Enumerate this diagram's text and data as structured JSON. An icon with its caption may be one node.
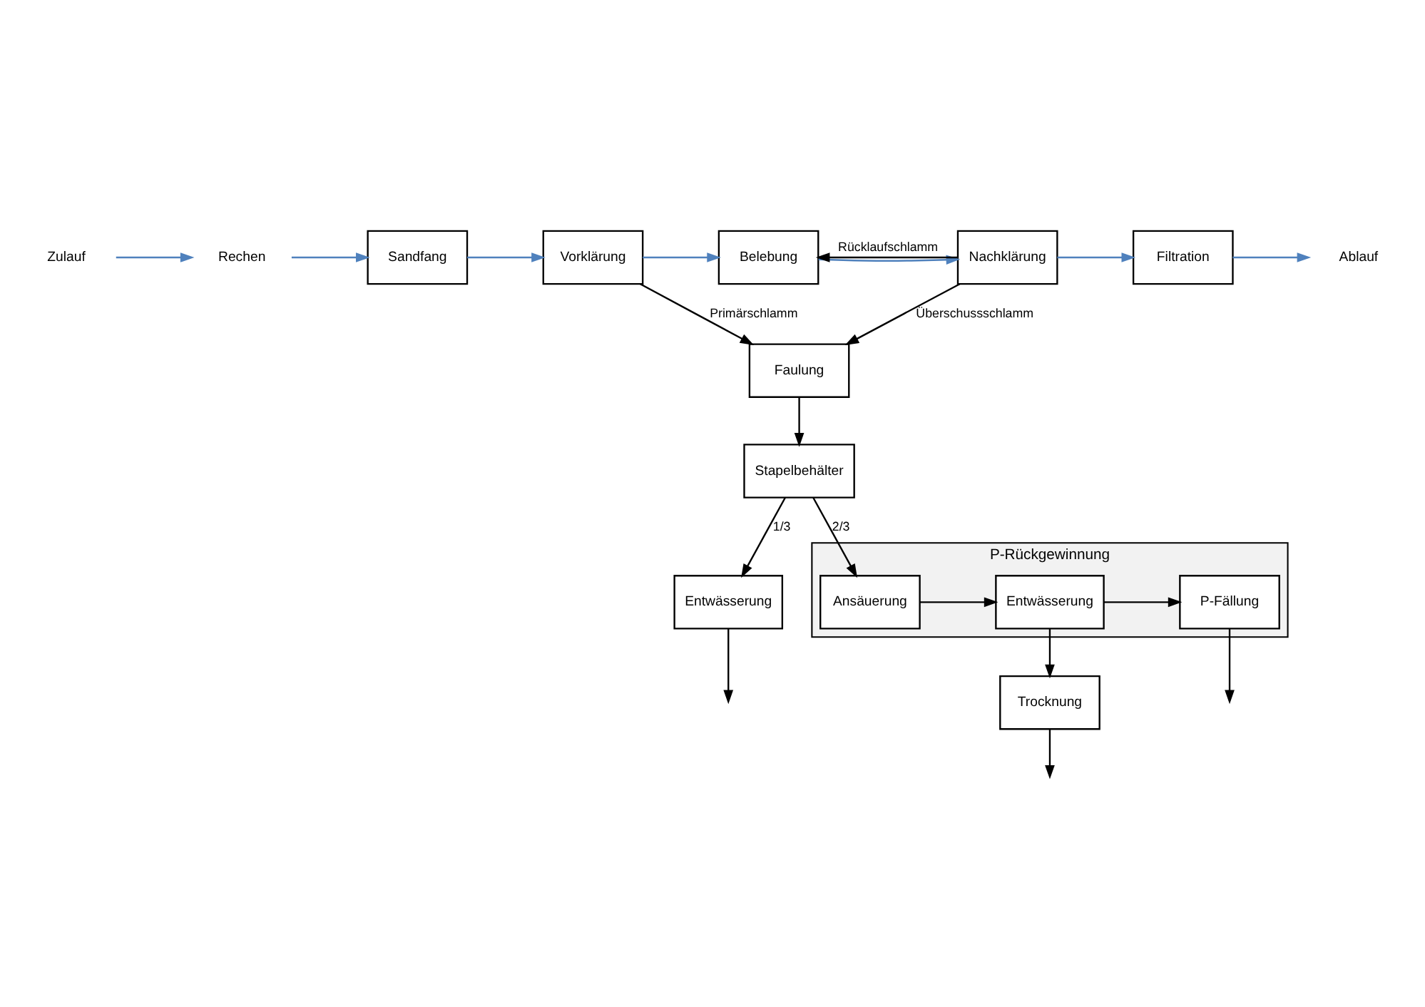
{
  "diagram": {
    "nodes": [
      {
        "text": [
          "Rechen"
        ]
      },
      {
        "text": [
          "Sandfang"
        ]
      },
      {
        "text": [
          "Vorklärung"
        ]
      },
      {
        "text": [
          "Belebung"
        ]
      },
      {
        "text": [
          "Nachklärung"
        ]
      },
      {
        "text": [
          "Filtration"
        ]
      },
      {
        "text": [
          "Zulauf"
        ]
      },
      {
        "text": [
          "Ablauf"
        ]
      },
      {
        "text": [
          "Faulung"
        ]
      },
      {
        "text": [
          "Stapelbehälter"
        ]
      },
      {
        "text": [
          "Entwässerung"
        ]
      },
      {
        "text": [
          "Trocknung"
        ]
      },
      {
        "text": [
          "P-Rückgewinnung"
        ]
      },
      {
        "text": [
          "Ansäuerung"
        ],
        "in": 12
      },
      {
        "text": [
          "Entwässerung"
        ],
        "in": 12
      },
      {
        "text": [
          "P-Fällung"
        ],
        "in": 12
      }
    ],
    "edges": [
      {
        "from": 6,
        "to": 0,
        "arrow": "to",
        "color": "#4f81bd"
      },
      {
        "from": 0,
        "to": 1,
        "arrow": "to",
        "color": "#4f81bd"
      },
      {
        "from": 1,
        "to": 2,
        "arrow": "to",
        "color": "#4f81bd"
      },
      {
        "from": 2,
        "to": 3,
        "arrow": "to",
        "color": "#4f81bd"
      },
      {
        "from": 3,
        "to": 4,
        "arrow": "to",
        "color": "#4f81bd"
      },
      {
        "from": 4,
        "to": 5,
        "arrow": "to",
        "color": "#4f81bd"
      },
      {
        "from": 5,
        "to": 7,
        "arrow": "to",
        "color": "#4f81bd"
      },
      {
        "from": 2,
        "to": 8,
        "label": "Primärschlamm",
        "arrow": "to"
      },
      {
        "from": 4,
        "to": 3,
        "label": "Rücklaufschlamm",
        "arrow": "to"
      },
      {
        "from": 4,
        "to": 8,
        "label": "Überschussschlamm",
        "arrow": "to"
      },
      {
        "from": 8,
        "to": 9,
        "arrow": "to"
      },
      {
        "from": 9,
        "to": 10,
        "label": "1/3",
        "arrow": "to"
      },
      {
        "from": 9,
        "to": 13,
        "label": "2/3",
        "arrow": "to"
      },
      {
        "from": 10,
        "to": null,
        "arrow": "to"
      },
      {
        "from": 13,
        "to": 14,
        "arrow": "to"
      },
      {
        "from": 14,
        "to": 15,
        "arrow": "to"
      },
      {
        "from": 14,
        "to": 11,
        "arrow": "to"
      },
      {
        "from": 15,
        "to": null,
        "arrow": "to"
      },
      {
        "from": 11,
        "to": null,
        "arrow": "to"
      }
    ]
  }
}
